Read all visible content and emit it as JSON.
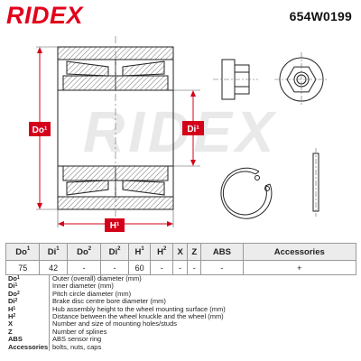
{
  "brand": "RIDEX",
  "part_number": "654W0199",
  "watermark": "RIDEX",
  "dimension_labels": {
    "outer_diameter": "Do¹",
    "inner_diameter": "Di¹",
    "height": "H¹"
  },
  "table": {
    "headers": [
      {
        "base": "Do",
        "sup": "1"
      },
      {
        "base": "Di",
        "sup": "1"
      },
      {
        "base": "Do",
        "sup": "2"
      },
      {
        "base": "Di",
        "sup": "2"
      },
      {
        "base": "H",
        "sup": "1"
      },
      {
        "base": "H",
        "sup": "2"
      },
      {
        "base": "X",
        "sup": ""
      },
      {
        "base": "Z",
        "sup": ""
      },
      {
        "base": "ABS",
        "sup": ""
      },
      {
        "base": "Accessories",
        "sup": ""
      }
    ],
    "values": [
      "75",
      "42",
      "-",
      "-",
      "60",
      "-",
      "-",
      "-",
      "-",
      "+"
    ]
  },
  "legend": [
    {
      "base": "Do",
      "sup": "1",
      "text": "Outer (overall) diameter (mm)"
    },
    {
      "base": "Di",
      "sup": "1",
      "text": "Inner diameter (mm)"
    },
    {
      "base": "Do",
      "sup": "2",
      "text": "Pitch circle diameter (mm)"
    },
    {
      "base": "Di",
      "sup": "2",
      "text": "Brake disc centre bore diameter (mm)"
    },
    {
      "base": "H",
      "sup": "1",
      "text": "Hub assembly height to the wheel mounting surface (mm)"
    },
    {
      "base": "H",
      "sup": "2",
      "text": "Distance between the wheel knuckle and the wheel (mm)"
    },
    {
      "base": "X",
      "sup": "",
      "text": "Number and size of mounting holes/studs"
    },
    {
      "base": "Z",
      "sup": "",
      "text": "Number of splines"
    },
    {
      "base": "ABS",
      "sup": "",
      "text": "ABS sensor ring"
    },
    {
      "base": "Accessories",
      "sup": "",
      "text": "bolts, nuts, caps"
    }
  ],
  "colors": {
    "brand_red": "#e3001b",
    "dimension_red": "#d4001a",
    "line": "#222222",
    "header_bg": "#ececec",
    "grid": "#9a9a9a"
  },
  "icons": [
    "ridex-logo",
    "bearing-cross-section",
    "flanged-nut",
    "circlip-ring"
  ]
}
